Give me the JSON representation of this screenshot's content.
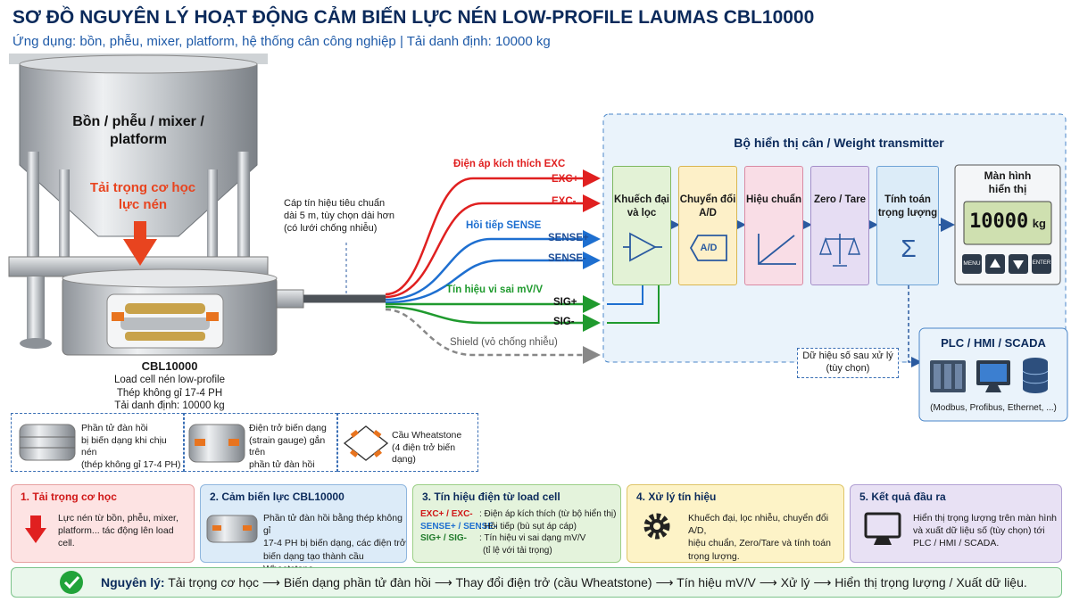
{
  "title": "SƠ ĐỒ NGUYÊN LÝ HOẠT ĐỘNG CẢM BIẾN LỰC NÉN LOW-PROFILE LAUMAS CBL10000",
  "subtitle": "Ứng dụng: bồn, phễu, mixer, platform, hệ thống cân công nghiệp   |   Tải danh định: 10000 kg",
  "tank": {
    "label_line1": "Bồn / phễu / mixer /",
    "label_line2": "platform",
    "load_line1": "Tải trọng cơ học",
    "load_line2": "lực nén"
  },
  "loadcell": {
    "name": "CBL10000",
    "desc1": "Load cell nén low-profile",
    "desc2": "Thép không gỉ 17-4 PH",
    "desc3": "Tải danh định: 10000 kg"
  },
  "cable_note": {
    "line1": "Cáp tín hiệu tiêu chuẩn",
    "line2": "dài 5 m, tùy chọn dài hơn",
    "line3": "(có lưới chống nhiễu)"
  },
  "wires": {
    "exc_group": "Điện áp kích thích EXC",
    "exc_plus": "EXC+",
    "exc_minus": "EXC-",
    "sense_group": "Hồi tiếp SENSE",
    "sense_plus": "SENSE+",
    "sense_minus": "SENSE-",
    "sig_group": "Tín hiệu vi sai mV/V",
    "sig_plus": "SIG+",
    "sig_minus": "SIG-",
    "shield": "Shield (vỏ chống nhiễu)"
  },
  "transmitter": {
    "title": "Bộ hiển thị cân / Weight transmitter",
    "stages": [
      {
        "label1": "Khuếch đại",
        "label2": "và lọc",
        "color": "#e3f2d6"
      },
      {
        "label1": "Chuyển đổi",
        "label2": "A/D",
        "color": "#fdf0c8"
      },
      {
        "label1": "Hiệu chuẩn",
        "label2": "",
        "color": "#f9dde6"
      },
      {
        "label1": "Zero / Tare",
        "label2": "",
        "color": "#e6ddf3"
      },
      {
        "label1": "Tính toán",
        "label2": "trọng lượng",
        "color": "#dcecf8"
      }
    ],
    "ad_symbol": "A/D",
    "sigma": "Σ",
    "display_title1": "Màn hình",
    "display_title2": "hiển thị",
    "display_value": "10000",
    "display_unit": "kg",
    "btn_menu": "MENU",
    "btn_enter": "ENTER"
  },
  "digital_note": {
    "line1": "Dữ hiệu số sau xử lý",
    "line2": "(tùy chọn)"
  },
  "plc": {
    "title": "PLC / HMI / SCADA",
    "protocols": "(Modbus, Profibus, Ethernet, ...)"
  },
  "insets": [
    {
      "line1": "Phần tử đàn hồi",
      "line2": "bị biến dạng khi chịu nén",
      "line3": "(thép không gỉ 17-4 PH)"
    },
    {
      "line1": "Điện trở biến dạng",
      "line2": "(strain gauge) gắn trên",
      "line3": "phần tử đàn hồi"
    },
    {
      "line1": "Cầu Wheatstone",
      "line2": "(4 điện trở biến dạng)",
      "line3": ""
    }
  ],
  "steps": [
    {
      "title": "1. Tải trọng cơ học",
      "text1": "Lực nén từ bồn, phễu, mixer,",
      "text2": "platform... tác động lên load cell.",
      "text3": ""
    },
    {
      "title": "2. Cảm biến lực CBL10000",
      "text1": "Phần tử đàn hồi bằng thép không gỉ",
      "text2": "17-4 PH bị biến dạng, các điện trở",
      "text3": "biến dạng tạo thành cầu Wheatstone."
    },
    {
      "title": "3. Tín hiệu điện từ load cell",
      "rows": [
        {
          "key": "EXC+ / EXC-",
          "val": ": Điện áp kích thích (từ bộ hiển thị)"
        },
        {
          "key": "SENSE+ / SENSE-",
          "val": ": Hồi tiếp (bù sụt áp cáp)"
        },
        {
          "key": "SIG+ / SIG-",
          "val": ": Tín hiệu vi sai dạng mV/V"
        }
      ],
      "note": "(tỉ lệ với tải trọng)"
    },
    {
      "title": "4. Xử lý tín hiệu",
      "text1": "Khuếch đại, lọc nhiễu, chuyển đổi A/D,",
      "text2": "hiệu chuẩn, Zero/Tare và tính toán",
      "text3": "trọng lượng."
    },
    {
      "title": "5. Kết quả đầu ra",
      "text1": "Hiển thị trọng lượng trên màn hình",
      "text2": "và xuất dữ liệu số (tùy chọn) tới",
      "text3": "PLC / HMI / SCADA."
    }
  ],
  "principle": {
    "label": "Nguyên lý:",
    "text": "Tải trọng cơ học ⟶ Biến dạng phần tử đàn hồi ⟶ Thay đổi điện trở (cầu Wheatstone) ⟶ Tín hiệu mV/V ⟶ Xử lý ⟶ Hiển thị trọng lượng / Xuất dữ liệu."
  },
  "colors": {
    "exc": "#e02020",
    "sense": "#1e6fd0",
    "sig": "#1f9a2e",
    "shield": "#888888",
    "navy": "#0b2a5b"
  }
}
